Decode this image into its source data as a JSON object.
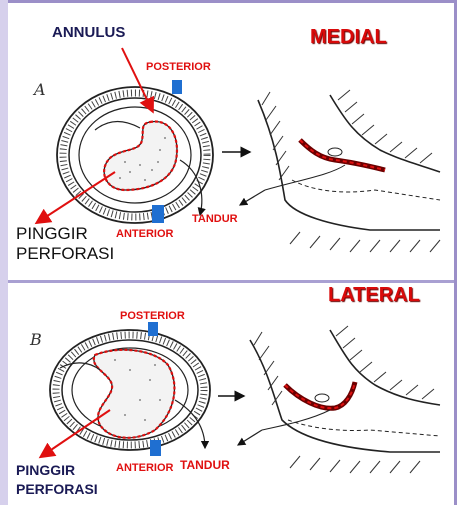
{
  "panel_a": {
    "letter": "A",
    "title": "MEDIAL",
    "annulus": "ANNULUS",
    "posterior": "POSTERIOR",
    "anterior": "ANTERIOR",
    "tandur": "TANDUR",
    "pinggir": "PINGGIR",
    "perforasi": "PERFORASI"
  },
  "panel_b": {
    "letter": "B",
    "title": "LATERAL",
    "posterior": "POSTERIOR",
    "anterior": "ANTERIOR",
    "tandur": "TANDUR",
    "pinggir": "PINGGIR",
    "perforasi": "PERFORASI"
  },
  "colors": {
    "accent_red": "#e01010",
    "marker_blue": "#1f6fd1",
    "frame": "#9b8fc8",
    "navy_text": "#1a1a55"
  }
}
